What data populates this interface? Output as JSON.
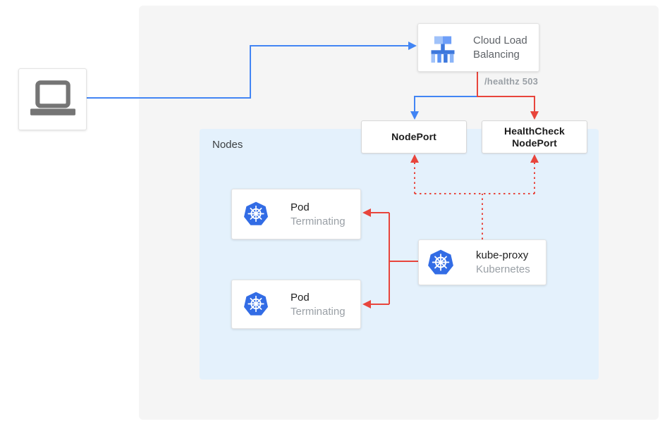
{
  "colors": {
    "arrow_blue": "#4285f4",
    "arrow_red": "#e8453c",
    "panel_gray": "#f5f5f5",
    "nodes_panel_blue": "#e4f1fc",
    "kubernetes_blue": "#326ce5",
    "laptop_gray": "#757575"
  },
  "nodes": {
    "client": {
      "icon": "laptop-icon"
    },
    "cloud_load_balancing": {
      "label_line1": "Cloud Load",
      "label_line2": "Balancing"
    },
    "healthz_label": "/healthz 503",
    "nodeport": {
      "label": "NodePort"
    },
    "healthcheck_nodeport": {
      "label_line1": "HealthCheck",
      "label_line2": "NodePort"
    },
    "nodes_group_label": "Nodes",
    "pod_top": {
      "title": "Pod",
      "status": "Terminating"
    },
    "pod_bottom": {
      "title": "Pod",
      "status": "Terminating"
    },
    "kube_proxy": {
      "title": "kube-proxy",
      "subtitle": "Kubernetes"
    }
  },
  "edges": [
    {
      "from": "client",
      "to": "cloud-load-balancing",
      "style": "solid",
      "color": "blue"
    },
    {
      "from": "cloud-load-balancing",
      "to": "nodeport",
      "style": "solid",
      "color": "blue"
    },
    {
      "from": "cloud-load-balancing",
      "to": "healthcheck-nodeport",
      "style": "solid",
      "color": "red",
      "label": "/healthz 503"
    },
    {
      "from": "kube-proxy",
      "to": "pod-top",
      "style": "solid",
      "color": "red"
    },
    {
      "from": "kube-proxy",
      "to": "pod-bottom",
      "style": "solid",
      "color": "red"
    },
    {
      "from": "kube-proxy",
      "to": "nodeport",
      "style": "dotted",
      "color": "red"
    },
    {
      "from": "kube-proxy",
      "to": "healthcheck-nodeport",
      "style": "dotted",
      "color": "red"
    }
  ]
}
